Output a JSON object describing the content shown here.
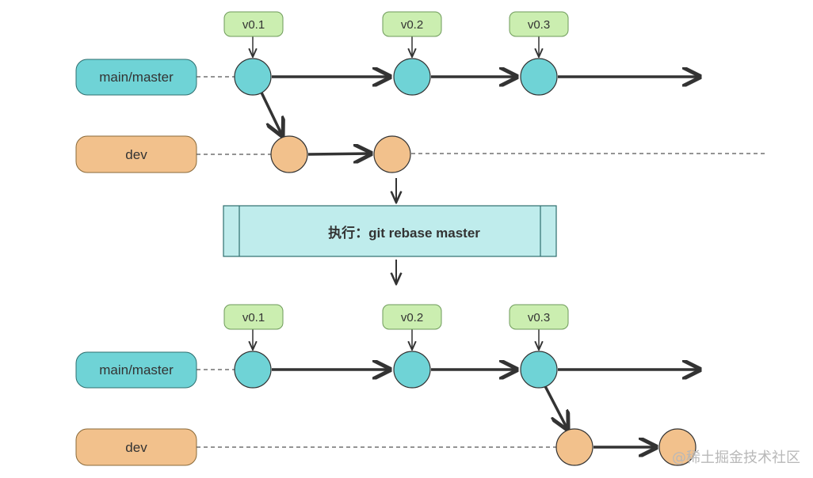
{
  "colors": {
    "main_node": "#6fd3d6",
    "dev_node": "#f2c18c",
    "tag": "#cbeeb0",
    "tag_stroke": "#6e9a5a",
    "command_box": "#bfecec",
    "command_stroke": "#2f6f6f",
    "line": "#333333",
    "dash": "#555555"
  },
  "before": {
    "branches": {
      "main": "main/master",
      "dev": "dev"
    },
    "tags": [
      "v0.1",
      "v0.2",
      "v0.3"
    ]
  },
  "command": "执行：git rebase master",
  "after": {
    "branches": {
      "main": "main/master",
      "dev": "dev"
    },
    "tags": [
      "v0.1",
      "v0.2",
      "v0.3"
    ]
  },
  "watermark": "@稀土掘金技术社区"
}
